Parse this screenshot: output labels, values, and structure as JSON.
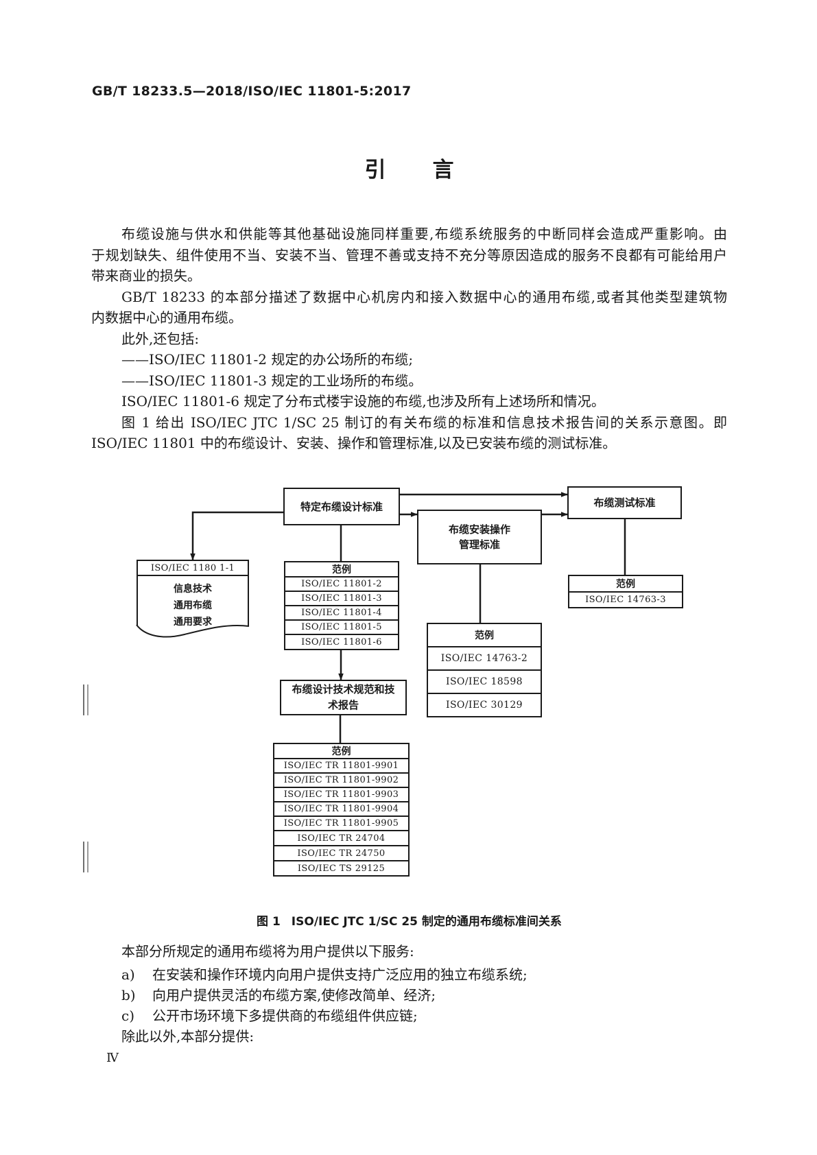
{
  "colors": {
    "ink": "#1a1a1a",
    "border": "#1a1a1a",
    "revision_mark": "#6f6f6f",
    "paper": "#ffffff"
  },
  "page": {
    "header": "GB/T 18233.5—2018/ISO/IEC 11801-5:2017",
    "title": {
      "char1": "引",
      "char2": "言"
    },
    "page_number": "Ⅳ"
  },
  "body": {
    "lines": [
      {
        "text": "布缆设施与供水和供能等其他基础设施同样重要,布缆系统服务的中断同样会造成严重影响。由"
      },
      {
        "text": "于规划缺失、组件使用不当、安装不当、管理不善或支持不充分等原因造成的服务不良都有可能给用户"
      },
      {
        "text": "带来商业的损失。"
      },
      {
        "text": "GB/T 18233 的本部分描述了数据中心机房内和接入数据中心的通用布缆,或者其他类型建筑物"
      },
      {
        "text": "内数据中心的通用布缆。"
      },
      {
        "text": "此外,还包括:"
      },
      {
        "text": "——ISO/IEC 11801-2 规定的办公场所的布缆;"
      },
      {
        "text": "——ISO/IEC 11801-3 规定的工业场所的布缆。"
      },
      {
        "text": "ISO/IEC 11801-6 规定了分布式楼宇设施的布缆,也涉及所有上述场所和情况。"
      },
      {
        "text": "图 1 给出 ISO/IEC JTC 1/SC 25 制订的有关布缆的标准和信息技术报告间的关系示意图。即"
      },
      {
        "text": "ISO/IEC 11801 中的布缆设计、安装、操作和管理标准,以及已安装布缆的测试标准。"
      }
    ]
  },
  "figure": {
    "caption_prefix": "图 1",
    "caption_text": "ISO/IEC JTC 1/SC 25 制定的通用布缆标准间关系",
    "example_label": "范例",
    "boxes": {
      "design": "特定布缆设计标准",
      "install_line1": "布缆安装操作",
      "install_line2": "管理标准",
      "test": "布缆测试标准",
      "doc_title": "ISO/IEC 1180 1-1",
      "doc_line1": "信息技术",
      "doc_line2": "通用布缆",
      "doc_line3": "通用要求",
      "spec_line1": "布缆设计技术规范和技",
      "spec_line2": "术报告"
    },
    "design_examples": [
      "ISO/IEC 11801-2",
      "ISO/IEC 11801-3",
      "ISO/IEC 11801-4",
      "ISO/IEC 11801-5",
      "ISO/IEC 11801-6"
    ],
    "install_examples": [
      "ISO/IEC 14763-2",
      "ISO/IEC 18598",
      "ISO/IEC 30129"
    ],
    "test_examples": [
      "ISO/IEC 14763-3"
    ],
    "spec_examples": [
      "ISO/IEC TR 11801-9901",
      "ISO/IEC TR 11801-9902",
      "ISO/IEC TR 11801-9903",
      "ISO/IEC TR 11801-9904",
      "ISO/IEC TR 11801-9905",
      "ISO/IEC TR 24704",
      "ISO/IEC TR 24750",
      "ISO/IEC TS 29125"
    ]
  },
  "services": {
    "intro": "本部分所规定的通用布缆将为用户提供以下服务:",
    "items": [
      {
        "label": "a)",
        "text": "在安装和操作环境内向用户提供支持广泛应用的独立布缆系统;"
      },
      {
        "label": "b)",
        "text": "向用户提供灵活的布缆方案,使修改简单、经济;"
      },
      {
        "label": "c)",
        "text": "公开市场环境下多提供商的布缆组件供应链;"
      }
    ],
    "outro": "除此以外,本部分提供:"
  }
}
